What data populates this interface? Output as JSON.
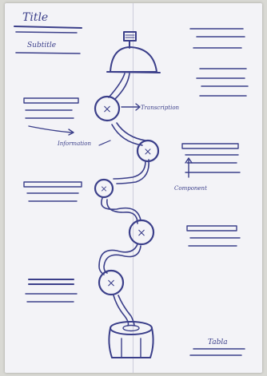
{
  "labels": {
    "title": "Title",
    "subtitle": "Subtitle",
    "annotation_right": "Transcription",
    "annotation_left": "Information",
    "annotation_lower": "Component",
    "footer": "Tabla"
  },
  "step_marks": [
    "×",
    "×",
    "×",
    "×",
    "×"
  ],
  "colors": {
    "ink": "#3b3f8a",
    "paper": "#f3f3f7"
  }
}
